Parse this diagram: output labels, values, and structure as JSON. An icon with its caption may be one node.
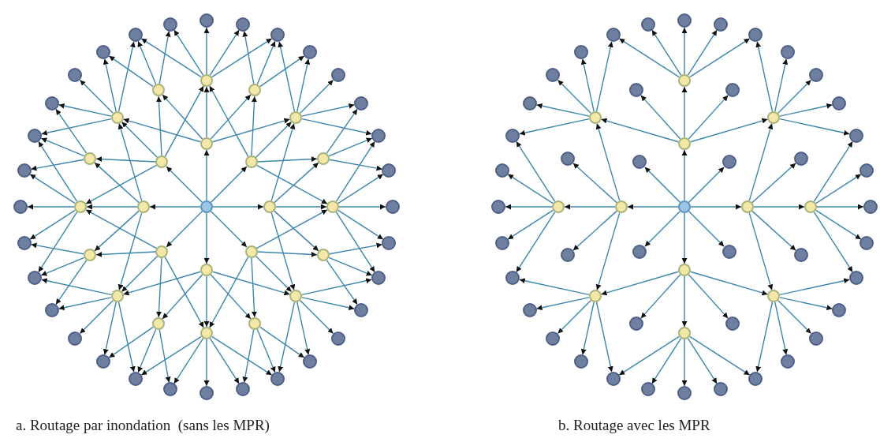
{
  "diagram": {
    "nodes": [
      {
        "text": [],
        "shape": "circle"
      },
      {
        "text": [],
        "shape": "circle"
      },
      {
        "text": [],
        "shape": "circle"
      },
      {
        "text": [],
        "shape": "circle"
      },
      {
        "text": [],
        "shape": "circle"
      },
      {
        "text": [],
        "shape": "circle"
      },
      {
        "text": [],
        "shape": "circle"
      },
      {
        "text": [],
        "shape": "circle"
      },
      {
        "text": [],
        "shape": "circle"
      },
      {
        "text": [],
        "shape": "circle"
      },
      {
        "text": [],
        "shape": "circle"
      },
      {
        "text": [],
        "shape": "circle"
      },
      {
        "text": [],
        "shape": "circle"
      },
      {
        "text": [],
        "shape": "circle"
      },
      {
        "text": [],
        "shape": "circle"
      },
      {
        "text": [],
        "shape": "circle"
      },
      {
        "text": [],
        "shape": "circle"
      },
      {
        "text": [],
        "shape": "circle"
      },
      {
        "text": [],
        "shape": "circle"
      },
      {
        "text": [],
        "shape": "circle"
      },
      {
        "text": [],
        "shape": "circle"
      },
      {
        "text": [],
        "shape": "circle"
      },
      {
        "text": [],
        "shape": "circle"
      },
      {
        "text": [],
        "shape": "circle"
      },
      {
        "text": [],
        "shape": "circle"
      },
      {
        "text": [],
        "shape": "circle"
      },
      {
        "text": [],
        "shape": "circle"
      },
      {
        "text": [],
        "shape": "circle"
      },
      {
        "text": [],
        "shape": "circle"
      },
      {
        "text": [],
        "shape": "circle"
      },
      {
        "text": [],
        "shape": "circle"
      },
      {
        "text": [],
        "shape": "circle"
      },
      {
        "text": [],
        "shape": "circle"
      },
      {
        "text": [],
        "shape": "circle"
      },
      {
        "text": [],
        "shape": "circle"
      },
      {
        "text": [],
        "shape": "circle"
      },
      {
        "text": [],
        "shape": "circle"
      },
      {
        "text": [],
        "shape": "circle"
      },
      {
        "text": [],
        "shape": "circle"
      },
      {
        "text": [],
        "shape": "circle"
      },
      {
        "text": [],
        "shape": "circle"
      },
      {
        "text": [],
        "shape": "circle"
      },
      {
        "text": [],
        "shape": "circle"
      },
      {
        "text": [],
        "shape": "circle"
      },
      {
        "text": [],
        "shape": "circle"
      },
      {
        "text": [],
        "shape": "circle"
      },
      {
        "text": [],
        "shape": "circle"
      },
      {
        "text": [],
        "shape": "circle"
      },
      {
        "text": [],
        "shape": "circle"
      },
      {
        "text": [],
        "shape": "circle"
      },
      {
        "text": [],
        "shape": "circle"
      },
      {
        "text": [],
        "shape": "circle"
      },
      {
        "text": [],
        "shape": "circle"
      },
      {
        "text": [],
        "shape": "circle"
      },
      {
        "text": [],
        "shape": "circle"
      },
      {
        "text": [],
        "shape": "circle"
      },
      {
        "text": [],
        "shape": "circle"
      },
      {
        "text": [],
        "shape": "circle"
      },
      {
        "text": [],
        "shape": "circle"
      },
      {
        "text": [],
        "shape": "circle"
      },
      {
        "text": [],
        "shape": "circle"
      },
      {
        "text": [],
        "shape": "circle"
      },
      {
        "text": [],
        "shape": "circle"
      },
      {
        "text": [],
        "shape": "circle"
      },
      {
        "text": [],
        "shape": "circle"
      },
      {
        "text": [],
        "shape": "circle"
      },
      {
        "text": [],
        "shape": "circle"
      },
      {
        "text": [],
        "shape": "circle"
      },
      {
        "text": [],
        "shape": "circle"
      },
      {
        "text": [],
        "shape": "circle"
      },
      {
        "text": [],
        "shape": "circle"
      },
      {
        "text": [],
        "shape": "circle"
      },
      {
        "text": [],
        "shape": "circle"
      },
      {
        "text": [],
        "shape": "circle"
      },
      {
        "text": [],
        "shape": "circle"
      },
      {
        "text": [],
        "shape": "circle"
      },
      {
        "text": [],
        "shape": "circle"
      },
      {
        "text": [],
        "shape": "circle"
      },
      {
        "text": [],
        "shape": "circle"
      },
      {
        "text": [],
        "shape": "circle"
      },
      {
        "text": [],
        "shape": "circle"
      },
      {
        "text": [],
        "shape": "circle"
      },
      {
        "text": [],
        "shape": "circle"
      },
      {
        "text": [],
        "shape": "circle"
      },
      {
        "text": [],
        "shape": "circle"
      },
      {
        "text": [],
        "shape": "circle"
      },
      {
        "text": [],
        "shape": "circle"
      },
      {
        "text": [],
        "shape": "circle"
      },
      {
        "text": [],
        "shape": "circle"
      },
      {
        "text": [],
        "shape": "circle"
      },
      {
        "text": [],
        "shape": "circle"
      },
      {
        "text": [],
        "shape": "circle"
      },
      {
        "text": [],
        "shape": "circle"
      },
      {
        "text": [],
        "shape": "circle"
      },
      {
        "text": [],
        "shape": "circle"
      },
      {
        "text": [],
        "shape": "circle"
      },
      {
        "text": [],
        "shape": "circle"
      },
      {
        "text": [],
        "shape": "circle"
      },
      {
        "text": [],
        "shape": "circle"
      },
      {
        "text": [],
        "shape": "circle"
      },
      {
        "text": [],
        "shape": "circle"
      },
      {
        "text": [],
        "shape": "circle"
      },
      {
        "text": [],
        "shape": "circle"
      },
      {
        "text": [],
        "shape": "circle"
      },
      {
        "text": [],
        "shape": "circle"
      },
      {
        "text": [],
        "shape": "circle"
      },
      {
        "text": [],
        "shape": "circle"
      },
      {
        "text": [],
        "shape": "circle"
      },
      {
        "text": [],
        "shape": "circle"
      },
      {
        "text": [],
        "shape": "circle"
      },
      {
        "text": [],
        "shape": "circle"
      },
      {
        "text": [],
        "shape": "circle"
      },
      {
        "text": [],
        "shape": "circle"
      },
      {
        "text": [],
        "shape": "circle"
      }
    ],
    "edges": [
      {
        "from": 0,
        "to": 1,
        "arrow": "to"
      },
      {
        "from": 0,
        "to": 2,
        "arrow": "to"
      },
      {
        "from": 0,
        "to": 3,
        "arrow": "to"
      },
      {
        "from": 0,
        "to": 4,
        "arrow": "to"
      },
      {
        "from": 0,
        "to": 5,
        "arrow": "to"
      },
      {
        "from": 0,
        "to": 6,
        "arrow": "to"
      },
      {
        "from": 0,
        "to": 7,
        "arrow": "to"
      },
      {
        "from": 0,
        "to": 8,
        "arrow": "to"
      },
      {
        "from": 1,
        "to": 23,
        "arrow": "to"
      },
      {
        "from": 1,
        "to": 24,
        "arrow": "to"
      },
      {
        "from": 1,
        "to": 9,
        "arrow": "to"
      },
      {
        "from": 1,
        "to": 10,
        "arrow": "to"
      },
      {
        "from": 1,
        "to": 11,
        "arrow": "to"
      },
      {
        "from": 2,
        "to": 9,
        "arrow": "to"
      },
      {
        "from": 2,
        "to": 10,
        "arrow": "to"
      },
      {
        "from": 2,
        "to": 11,
        "arrow": "to"
      },
      {
        "from": 2,
        "to": 12,
        "arrow": "to"
      },
      {
        "from": 2,
        "to": 13,
        "arrow": "to"
      },
      {
        "from": 3,
        "to": 11,
        "arrow": "to"
      },
      {
        "from": 3,
        "to": 12,
        "arrow": "to"
      },
      {
        "from": 3,
        "to": 13,
        "arrow": "to"
      },
      {
        "from": 3,
        "to": 14,
        "arrow": "to"
      },
      {
        "from": 3,
        "to": 15,
        "arrow": "to"
      },
      {
        "from": 4,
        "to": 13,
        "arrow": "to"
      },
      {
        "from": 4,
        "to": 14,
        "arrow": "to"
      },
      {
        "from": 4,
        "to": 15,
        "arrow": "to"
      },
      {
        "from": 4,
        "to": 16,
        "arrow": "to"
      },
      {
        "from": 4,
        "to": 17,
        "arrow": "to"
      },
      {
        "from": 5,
        "to": 15,
        "arrow": "to"
      },
      {
        "from": 5,
        "to": 16,
        "arrow": "to"
      },
      {
        "from": 5,
        "to": 17,
        "arrow": "to"
      },
      {
        "from": 5,
        "to": 18,
        "arrow": "to"
      },
      {
        "from": 5,
        "to": 19,
        "arrow": "to"
      },
      {
        "from": 6,
        "to": 17,
        "arrow": "to"
      },
      {
        "from": 6,
        "to": 18,
        "arrow": "to"
      },
      {
        "from": 6,
        "to": 19,
        "arrow": "to"
      },
      {
        "from": 6,
        "to": 20,
        "arrow": "to"
      },
      {
        "from": 6,
        "to": 21,
        "arrow": "to"
      },
      {
        "from": 7,
        "to": 19,
        "arrow": "to"
      },
      {
        "from": 7,
        "to": 20,
        "arrow": "to"
      },
      {
        "from": 7,
        "to": 21,
        "arrow": "to"
      },
      {
        "from": 7,
        "to": 22,
        "arrow": "to"
      },
      {
        "from": 7,
        "to": 23,
        "arrow": "to"
      },
      {
        "from": 8,
        "to": 21,
        "arrow": "to"
      },
      {
        "from": 8,
        "to": 22,
        "arrow": "to"
      },
      {
        "from": 8,
        "to": 23,
        "arrow": "to"
      },
      {
        "from": 8,
        "to": 24,
        "arrow": "to"
      },
      {
        "from": 8,
        "to": 9,
        "arrow": "to"
      },
      {
        "from": 9,
        "to": 55,
        "arrow": "to"
      },
      {
        "from": 9,
        "to": 56,
        "arrow": "to"
      },
      {
        "from": 9,
        "to": 25,
        "arrow": "to"
      },
      {
        "from": 9,
        "to": 26,
        "arrow": "to"
      },
      {
        "from": 9,
        "to": 27,
        "arrow": "to"
      },
      {
        "from": 10,
        "to": 26,
        "arrow": "to"
      },
      {
        "from": 10,
        "to": 27,
        "arrow": "to"
      },
      {
        "from": 10,
        "to": 28,
        "arrow": "to"
      },
      {
        "from": 11,
        "to": 27,
        "arrow": "to"
      },
      {
        "from": 11,
        "to": 28,
        "arrow": "to"
      },
      {
        "from": 11,
        "to": 29,
        "arrow": "to"
      },
      {
        "from": 11,
        "to": 30,
        "arrow": "to"
      },
      {
        "from": 11,
        "to": 31,
        "arrow": "to"
      },
      {
        "from": 12,
        "to": 30,
        "arrow": "to"
      },
      {
        "from": 12,
        "to": 31,
        "arrow": "to"
      },
      {
        "from": 12,
        "to": 32,
        "arrow": "to"
      },
      {
        "from": 13,
        "to": 31,
        "arrow": "to"
      },
      {
        "from": 13,
        "to": 32,
        "arrow": "to"
      },
      {
        "from": 13,
        "to": 33,
        "arrow": "to"
      },
      {
        "from": 13,
        "to": 34,
        "arrow": "to"
      },
      {
        "from": 13,
        "to": 35,
        "arrow": "to"
      },
      {
        "from": 14,
        "to": 34,
        "arrow": "to"
      },
      {
        "from": 14,
        "to": 35,
        "arrow": "to"
      },
      {
        "from": 14,
        "to": 36,
        "arrow": "to"
      },
      {
        "from": 15,
        "to": 35,
        "arrow": "to"
      },
      {
        "from": 15,
        "to": 36,
        "arrow": "to"
      },
      {
        "from": 15,
        "to": 37,
        "arrow": "to"
      },
      {
        "from": 15,
        "to": 38,
        "arrow": "to"
      },
      {
        "from": 15,
        "to": 39,
        "arrow": "to"
      },
      {
        "from": 16,
        "to": 38,
        "arrow": "to"
      },
      {
        "from": 16,
        "to": 39,
        "arrow": "to"
      },
      {
        "from": 16,
        "to": 40,
        "arrow": "to"
      },
      {
        "from": 17,
        "to": 39,
        "arrow": "to"
      },
      {
        "from": 17,
        "to": 40,
        "arrow": "to"
      },
      {
        "from": 17,
        "to": 41,
        "arrow": "to"
      },
      {
        "from": 17,
        "to": 42,
        "arrow": "to"
      },
      {
        "from": 17,
        "to": 43,
        "arrow": "to"
      },
      {
        "from": 18,
        "to": 42,
        "arrow": "to"
      },
      {
        "from": 18,
        "to": 43,
        "arrow": "to"
      },
      {
        "from": 18,
        "to": 44,
        "arrow": "to"
      },
      {
        "from": 19,
        "to": 43,
        "arrow": "to"
      },
      {
        "from": 19,
        "to": 44,
        "arrow": "to"
      },
      {
        "from": 19,
        "to": 45,
        "arrow": "to"
      },
      {
        "from": 19,
        "to": 46,
        "arrow": "to"
      },
      {
        "from": 19,
        "to": 47,
        "arrow": "to"
      },
      {
        "from": 20,
        "to": 46,
        "arrow": "to"
      },
      {
        "from": 20,
        "to": 47,
        "arrow": "to"
      },
      {
        "from": 20,
        "to": 48,
        "arrow": "to"
      },
      {
        "from": 21,
        "to": 47,
        "arrow": "to"
      },
      {
        "from": 21,
        "to": 48,
        "arrow": "to"
      },
      {
        "from": 21,
        "to": 49,
        "arrow": "to"
      },
      {
        "from": 21,
        "to": 50,
        "arrow": "to"
      },
      {
        "from": 21,
        "to": 51,
        "arrow": "to"
      },
      {
        "from": 22,
        "to": 50,
        "arrow": "to"
      },
      {
        "from": 22,
        "to": 51,
        "arrow": "to"
      },
      {
        "from": 22,
        "to": 52,
        "arrow": "to"
      },
      {
        "from": 23,
        "to": 51,
        "arrow": "to"
      },
      {
        "from": 23,
        "to": 52,
        "arrow": "to"
      },
      {
        "from": 23,
        "to": 53,
        "arrow": "to"
      },
      {
        "from": 23,
        "to": 54,
        "arrow": "to"
      },
      {
        "from": 23,
        "to": 55,
        "arrow": "to"
      },
      {
        "from": 24,
        "to": 54,
        "arrow": "to"
      },
      {
        "from": 24,
        "to": 55,
        "arrow": "to"
      },
      {
        "from": 24,
        "to": 56,
        "arrow": "to"
      },
      {
        "from": 57,
        "to": 58,
        "arrow": "to"
      },
      {
        "from": 57,
        "to": 59,
        "arrow": "to"
      },
      {
        "from": 57,
        "to": 60,
        "arrow": "to"
      },
      {
        "from": 57,
        "to": 61,
        "arrow": "to"
      },
      {
        "from": 57,
        "to": 62,
        "arrow": "to"
      },
      {
        "from": 57,
        "to": 63,
        "arrow": "to"
      },
      {
        "from": 57,
        "to": 64,
        "arrow": "to"
      },
      {
        "from": 57,
        "to": 65,
        "arrow": "to"
      },
      {
        "from": 58,
        "to": 80,
        "arrow": "to"
      },
      {
        "from": 58,
        "to": 81,
        "arrow": "to"
      },
      {
        "from": 58,
        "to": 66,
        "arrow": "to"
      },
      {
        "from": 58,
        "to": 67,
        "arrow": "to"
      },
      {
        "from": 58,
        "to": 68,
        "arrow": "to"
      },
      {
        "from": 60,
        "to": 68,
        "arrow": "to"
      },
      {
        "from": 60,
        "to": 69,
        "arrow": "to"
      },
      {
        "from": 60,
        "to": 70,
        "arrow": "to"
      },
      {
        "from": 60,
        "to": 71,
        "arrow": "to"
      },
      {
        "from": 60,
        "to": 72,
        "arrow": "to"
      },
      {
        "from": 62,
        "to": 72,
        "arrow": "to"
      },
      {
        "from": 62,
        "to": 73,
        "arrow": "to"
      },
      {
        "from": 62,
        "to": 74,
        "arrow": "to"
      },
      {
        "from": 62,
        "to": 75,
        "arrow": "to"
      },
      {
        "from": 62,
        "to": 76,
        "arrow": "to"
      },
      {
        "from": 64,
        "to": 76,
        "arrow": "to"
      },
      {
        "from": 64,
        "to": 77,
        "arrow": "to"
      },
      {
        "from": 64,
        "to": 78,
        "arrow": "to"
      },
      {
        "from": 64,
        "to": 79,
        "arrow": "to"
      },
      {
        "from": 64,
        "to": 80,
        "arrow": "to"
      },
      {
        "from": 66,
        "to": 112,
        "arrow": "to"
      },
      {
        "from": 66,
        "to": 113,
        "arrow": "to"
      },
      {
        "from": 66,
        "to": 82,
        "arrow": "to"
      },
      {
        "from": 66,
        "to": 83,
        "arrow": "to"
      },
      {
        "from": 66,
        "to": 84,
        "arrow": "to"
      },
      {
        "from": 68,
        "to": 84,
        "arrow": "to"
      },
      {
        "from": 68,
        "to": 85,
        "arrow": "to"
      },
      {
        "from": 68,
        "to": 86,
        "arrow": "to"
      },
      {
        "from": 68,
        "to": 87,
        "arrow": "to"
      },
      {
        "from": 68,
        "to": 88,
        "arrow": "to"
      },
      {
        "from": 70,
        "to": 88,
        "arrow": "to"
      },
      {
        "from": 70,
        "to": 89,
        "arrow": "to"
      },
      {
        "from": 70,
        "to": 90,
        "arrow": "to"
      },
      {
        "from": 70,
        "to": 91,
        "arrow": "to"
      },
      {
        "from": 70,
        "to": 92,
        "arrow": "to"
      },
      {
        "from": 72,
        "to": 92,
        "arrow": "to"
      },
      {
        "from": 72,
        "to": 93,
        "arrow": "to"
      },
      {
        "from": 72,
        "to": 94,
        "arrow": "to"
      },
      {
        "from": 72,
        "to": 95,
        "arrow": "to"
      },
      {
        "from": 72,
        "to": 96,
        "arrow": "to"
      },
      {
        "from": 74,
        "to": 96,
        "arrow": "to"
      },
      {
        "from": 74,
        "to": 97,
        "arrow": "to"
      },
      {
        "from": 74,
        "to": 98,
        "arrow": "to"
      },
      {
        "from": 74,
        "to": 99,
        "arrow": "to"
      },
      {
        "from": 74,
        "to": 100,
        "arrow": "to"
      },
      {
        "from": 76,
        "to": 100,
        "arrow": "to"
      },
      {
        "from": 76,
        "to": 101,
        "arrow": "to"
      },
      {
        "from": 76,
        "to": 102,
        "arrow": "to"
      },
      {
        "from": 76,
        "to": 103,
        "arrow": "to"
      },
      {
        "from": 76,
        "to": 104,
        "arrow": "to"
      },
      {
        "from": 78,
        "to": 104,
        "arrow": "to"
      },
      {
        "from": 78,
        "to": 105,
        "arrow": "to"
      },
      {
        "from": 78,
        "to": 106,
        "arrow": "to"
      },
      {
        "from": 78,
        "to": 107,
        "arrow": "to"
      },
      {
        "from": 78,
        "to": 108,
        "arrow": "to"
      },
      {
        "from": 80,
        "to": 108,
        "arrow": "to"
      },
      {
        "from": 80,
        "to": 109,
        "arrow": "to"
      },
      {
        "from": 80,
        "to": 110,
        "arrow": "to"
      },
      {
        "from": 80,
        "to": 111,
        "arrow": "to"
      },
      {
        "from": 80,
        "to": 112,
        "arrow": "to"
      }
    ],
    "labels": [
      "a. Routage par inondation  (sans les MPR)",
      "b. Routage avec les MPR"
    ]
  }
}
